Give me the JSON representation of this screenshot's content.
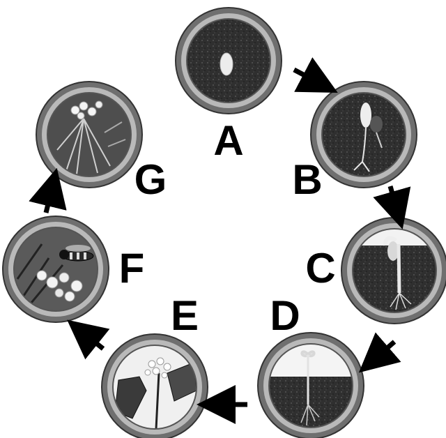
{
  "diagram": {
    "stages": [
      {
        "letter": "A",
        "depicts": "seed"
      },
      {
        "letter": "B",
        "depicts": "germinating-seed"
      },
      {
        "letter": "C",
        "depicts": "seedling-emerging"
      },
      {
        "letter": "D",
        "depicts": "young-plant"
      },
      {
        "letter": "E",
        "depicts": "flowering-plant"
      },
      {
        "letter": "F",
        "depicts": "pollinating-insect"
      },
      {
        "letter": "G",
        "depicts": "seed-pods"
      }
    ],
    "colors": {
      "ring_outer": "#6f6f6f",
      "ring_inner": "#b9b9b9",
      "soil": "#2f2f2f",
      "sky": "#f2f2f2",
      "arrow": "#000000"
    }
  }
}
